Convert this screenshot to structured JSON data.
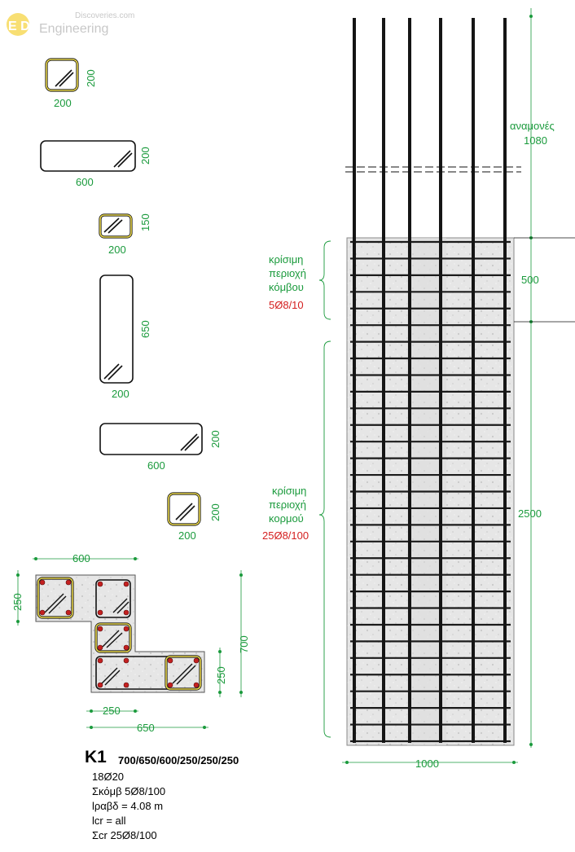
{
  "logo": {
    "mark": "E D",
    "site": "Discoveries.com",
    "brand": "Engineering"
  },
  "stirrups": [
    {
      "width_label": "200",
      "height_label": "200",
      "highlight": true
    },
    {
      "width_label": "600",
      "height_label": "200",
      "highlight": false
    },
    {
      "width_label": "200",
      "height_label": "150",
      "highlight": true
    },
    {
      "width_label": "200",
      "height_label": "650",
      "highlight": false
    },
    {
      "width_label": "600",
      "height_label": "200",
      "highlight": false
    },
    {
      "width_label": "200",
      "height_label": "200",
      "highlight": true
    }
  ],
  "section": {
    "top_dim": "600",
    "left_dim": "250",
    "right_dim": "700",
    "right_small_dim": "250",
    "bottom_small_dim": "250",
    "bottom_dim": "650"
  },
  "column": {
    "name": "K1",
    "dims": "700/650/600/250/250/250",
    "lines": [
      "18Ø20",
      "Σκόμβ 5Ø8/100",
      "lραβδ = 4.08 m",
      "lcr = all",
      "Σcr 25Ø8/100"
    ]
  },
  "elevation": {
    "starter_label": "αναμονές",
    "starter_value": "1080",
    "node_label": [
      "κρίσιμη",
      "περιοχή",
      "κόμβου"
    ],
    "node_spec": "5Ø8/10",
    "node_dim": "500",
    "body_label": [
      "κρίσιμη",
      "περιοχή",
      "κορμού"
    ],
    "body_spec": "25Ø8/100",
    "body_dim": "2500",
    "width_dim": "1000"
  },
  "colors": {
    "dimension": "#1a9a3c",
    "spec": "#d42020",
    "stirrup_highlight": "#e6d44a",
    "concrete": "#e4e4e4"
  }
}
